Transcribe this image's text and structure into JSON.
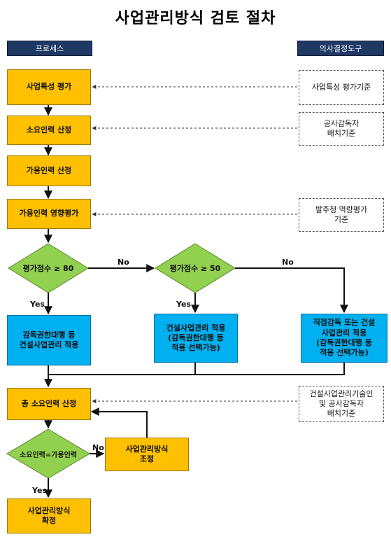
{
  "title": "사업관리방식 검토 절차",
  "headers": {
    "process": "프로세스",
    "tools": "의사결정도구"
  },
  "process": {
    "step1": "사업특성 평가",
    "step2": "소요인력 산정",
    "step3": "가용인력 산정",
    "step4": "가용인력 영향평가",
    "decision1": "평가점수 ≥ 80",
    "decision2": "평가점수 ≥ 50",
    "result1": "감독권한대행 등\n건설사업관리 적용",
    "result2": "건설사업관리 적용\n(감독권한대행 등\n적용 선택가능)",
    "result3": "직접감독 또는 건설\n사업관리 적용\n(감독권한대행 등\n적용 선택가능)",
    "step5": "총 소요인력 산정",
    "decision3": "소요인력=가용인력",
    "adjust": "사업관리방식\n조정",
    "final": "사업관리방식\n확정"
  },
  "tools": {
    "tool1": "사업특성 평가기준",
    "tool2": "공사감독자\n배치기준",
    "tool3": "발주청 역량평가\n기준",
    "tool4": "건설사업관리기술인\n및 공사감독자\n배치기준"
  },
  "labels": {
    "yes": "Yes",
    "no": "No"
  },
  "colors": {
    "header_bg": "#1f3864",
    "process_box": "#ffc000",
    "decision": "#92d050",
    "result_box": "#00b0f0"
  }
}
